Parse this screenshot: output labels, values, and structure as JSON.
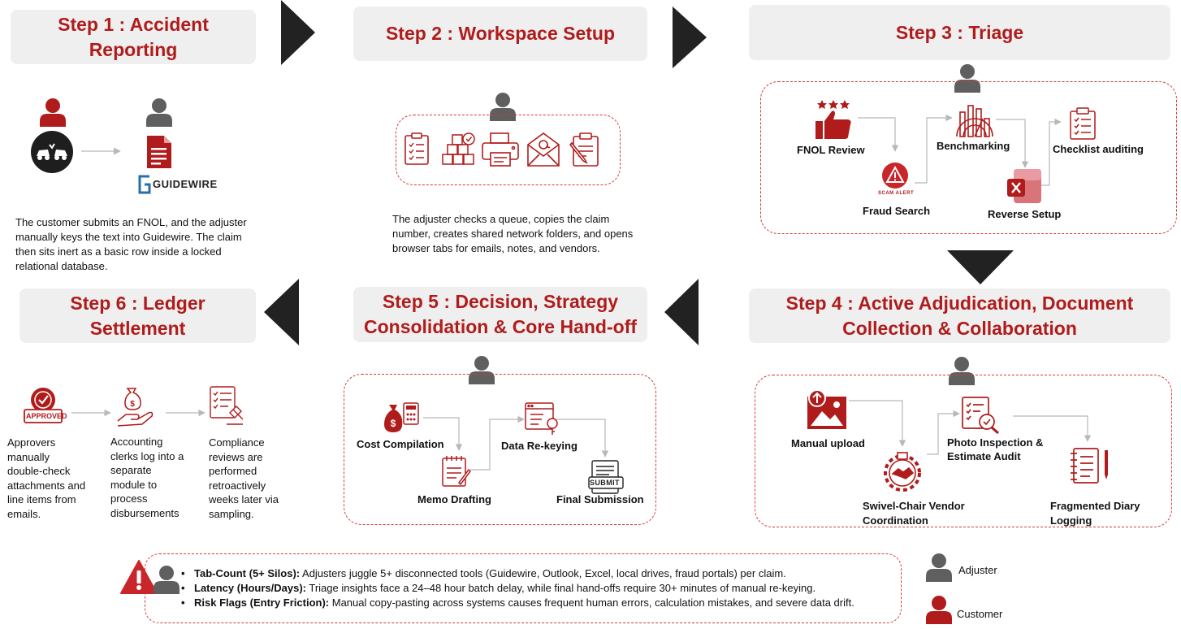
{
  "steps": {
    "s1": {
      "line1": "Step 1 : Accident",
      "line2": "Reporting",
      "desc": "The customer submits an FNOL, and the adjuster manually keys the text into Guidewire. The claim then sits inert as a basic row inside a locked relational database.",
      "logo": "GUIDEWIRE"
    },
    "s2": {
      "title": "Step 2 : Workspace Setup",
      "desc": "The adjuster checks a queue, copies the claim number, creates shared network folders, and opens browser tabs for emails, notes, and vendors."
    },
    "s3": {
      "title": "Step 3 : Triage",
      "nodes": {
        "fnol": "FNOL Review",
        "fraud": "Fraud Search",
        "bench": "Benchmarking",
        "reverse": "Reverse Setup",
        "checklist": "Checklist auditing",
        "scam": "SCAM ALERT"
      }
    },
    "s4": {
      "line1": "Step 4 : Active Adjudication, Document",
      "line2": "Collection & Collaboration",
      "nodes": {
        "upload": "Manual upload",
        "vendor1": "Swivel-Chair Vendor",
        "vendor2": "Coordination",
        "photo1": "Photo Inspection &",
        "photo2": "Estimate Audit",
        "diary1": "Fragmented Diary",
        "diary2": "Logging"
      }
    },
    "s5": {
      "line1": "Step 5 : Decision, Strategy",
      "line2": "Consolidation & Core Hand-off",
      "nodes": {
        "cost": "Cost Compilation",
        "memo": "Memo Drafting",
        "rekey": "Data Re-keying",
        "final": "Final Submission",
        "submit": "SUBMIT"
      }
    },
    "s6": {
      "line1": "Step 6 : Ledger",
      "line2": "Settlement",
      "approved": "APPROVED",
      "col1": [
        "Approvers",
        "manually",
        "double-check",
        "attachments and",
        "line items from",
        "emails."
      ],
      "col2": [
        "Accounting",
        "clerks log into a",
        "separate",
        "module to",
        "process",
        "disbursements"
      ],
      "col3": [
        "Compliance",
        "reviews are",
        "performed",
        "retroactively",
        "weeks later via",
        "sampling."
      ]
    }
  },
  "notes": [
    {
      "label": "Tab-Count (5+ Silos):",
      "text": " Adjusters juggle 5+ disconnected tools (Guidewire, Outlook, Excel, local drives, fraud portals) per claim."
    },
    {
      "label": "Latency (Hours/Days):",
      "text": " Triage insights face a 24–48 hour batch delay, while final hand-offs require 30+ minutes of manual re-keying."
    },
    {
      "label": "Risk Flags (Entry Friction):",
      "text": " Manual copy-pasting across systems causes frequent human errors, calculation mistakes, and severe data drift."
    }
  ],
  "legend": {
    "adjuster": "Adjuster",
    "customer": "Customer"
  },
  "colors": {
    "accent": "#b01c1c",
    "adjuster": "#5f5f5f",
    "box": "#efefef"
  },
  "icons": [
    "person-icon",
    "car-crash-icon",
    "document-icon",
    "guidewire-logo-icon",
    "clipboard-icon",
    "boxes-icon",
    "printer-icon",
    "email-icon",
    "contract-icon",
    "thumbs-up-icon",
    "alert-icon",
    "chart-icon",
    "excel-icon",
    "checklist-icon",
    "image-upload-icon",
    "handshake-gear-icon",
    "inspection-icon",
    "diary-icon",
    "money-bag-icon",
    "memo-icon",
    "monitor-key-icon",
    "submit-icon",
    "approved-stamp-icon",
    "payment-icon",
    "gavel-doc-icon",
    "warning-icon"
  ]
}
